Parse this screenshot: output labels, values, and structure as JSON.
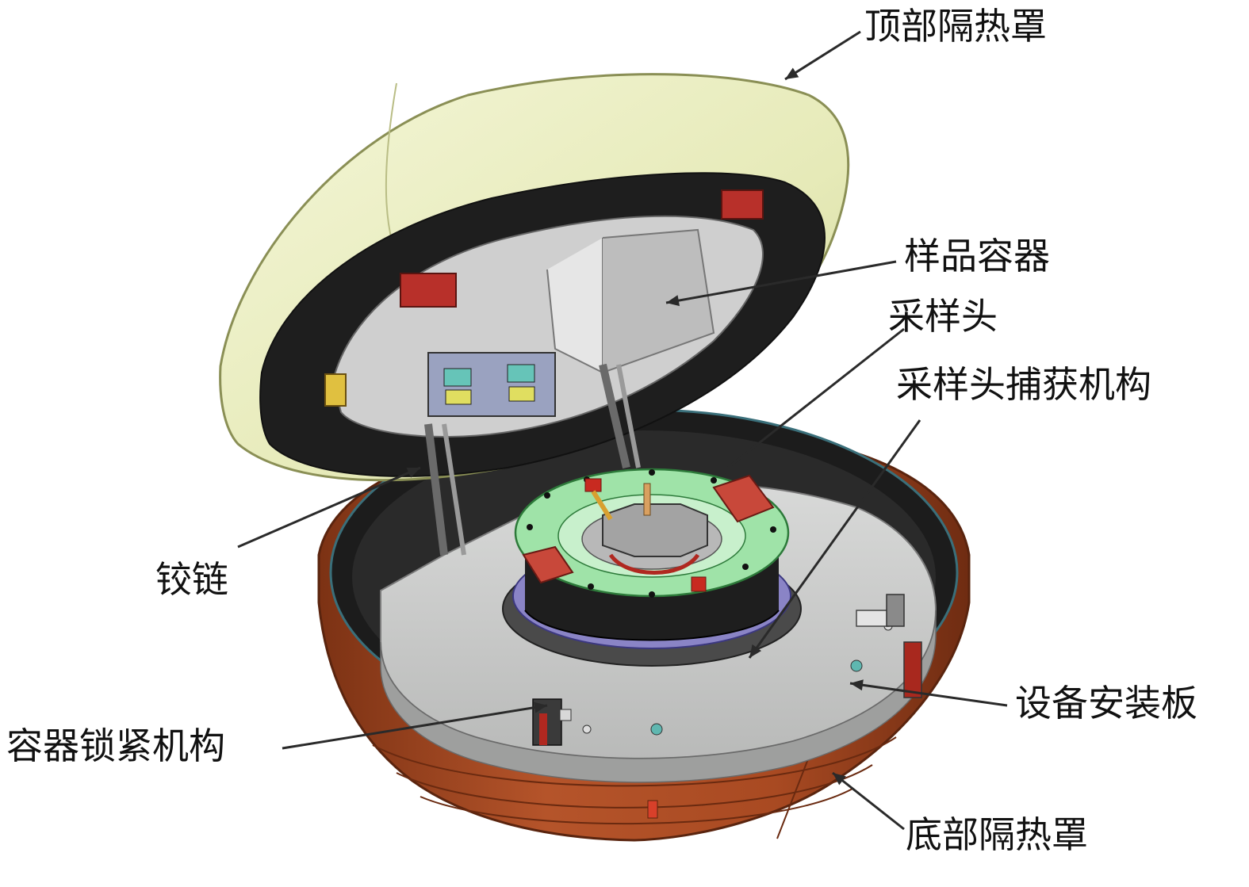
{
  "labels": {
    "top_heat_shield": "顶部隔热罩",
    "sample_container": "样品容器",
    "sampling_head": "采样头",
    "sampling_head_capture": "采样头捕获机构",
    "hinge": "铰链",
    "equipment_plate": "设备安装板",
    "container_lock": "容器锁紧机构",
    "bottom_heat_shield": "底部隔热罩"
  },
  "colors": {
    "top_shield": "#ecefc4",
    "top_shield_rim": "#f3f5d6",
    "bottom_shell": "#a94a22",
    "bottom_shell_dark": "#7c3214",
    "plate": "#c9cac9",
    "capture_ring": "#9fe3a8",
    "red_block": "#b8302a",
    "ring_blue": "#8a84c6",
    "leader": "#2a2a2a"
  }
}
